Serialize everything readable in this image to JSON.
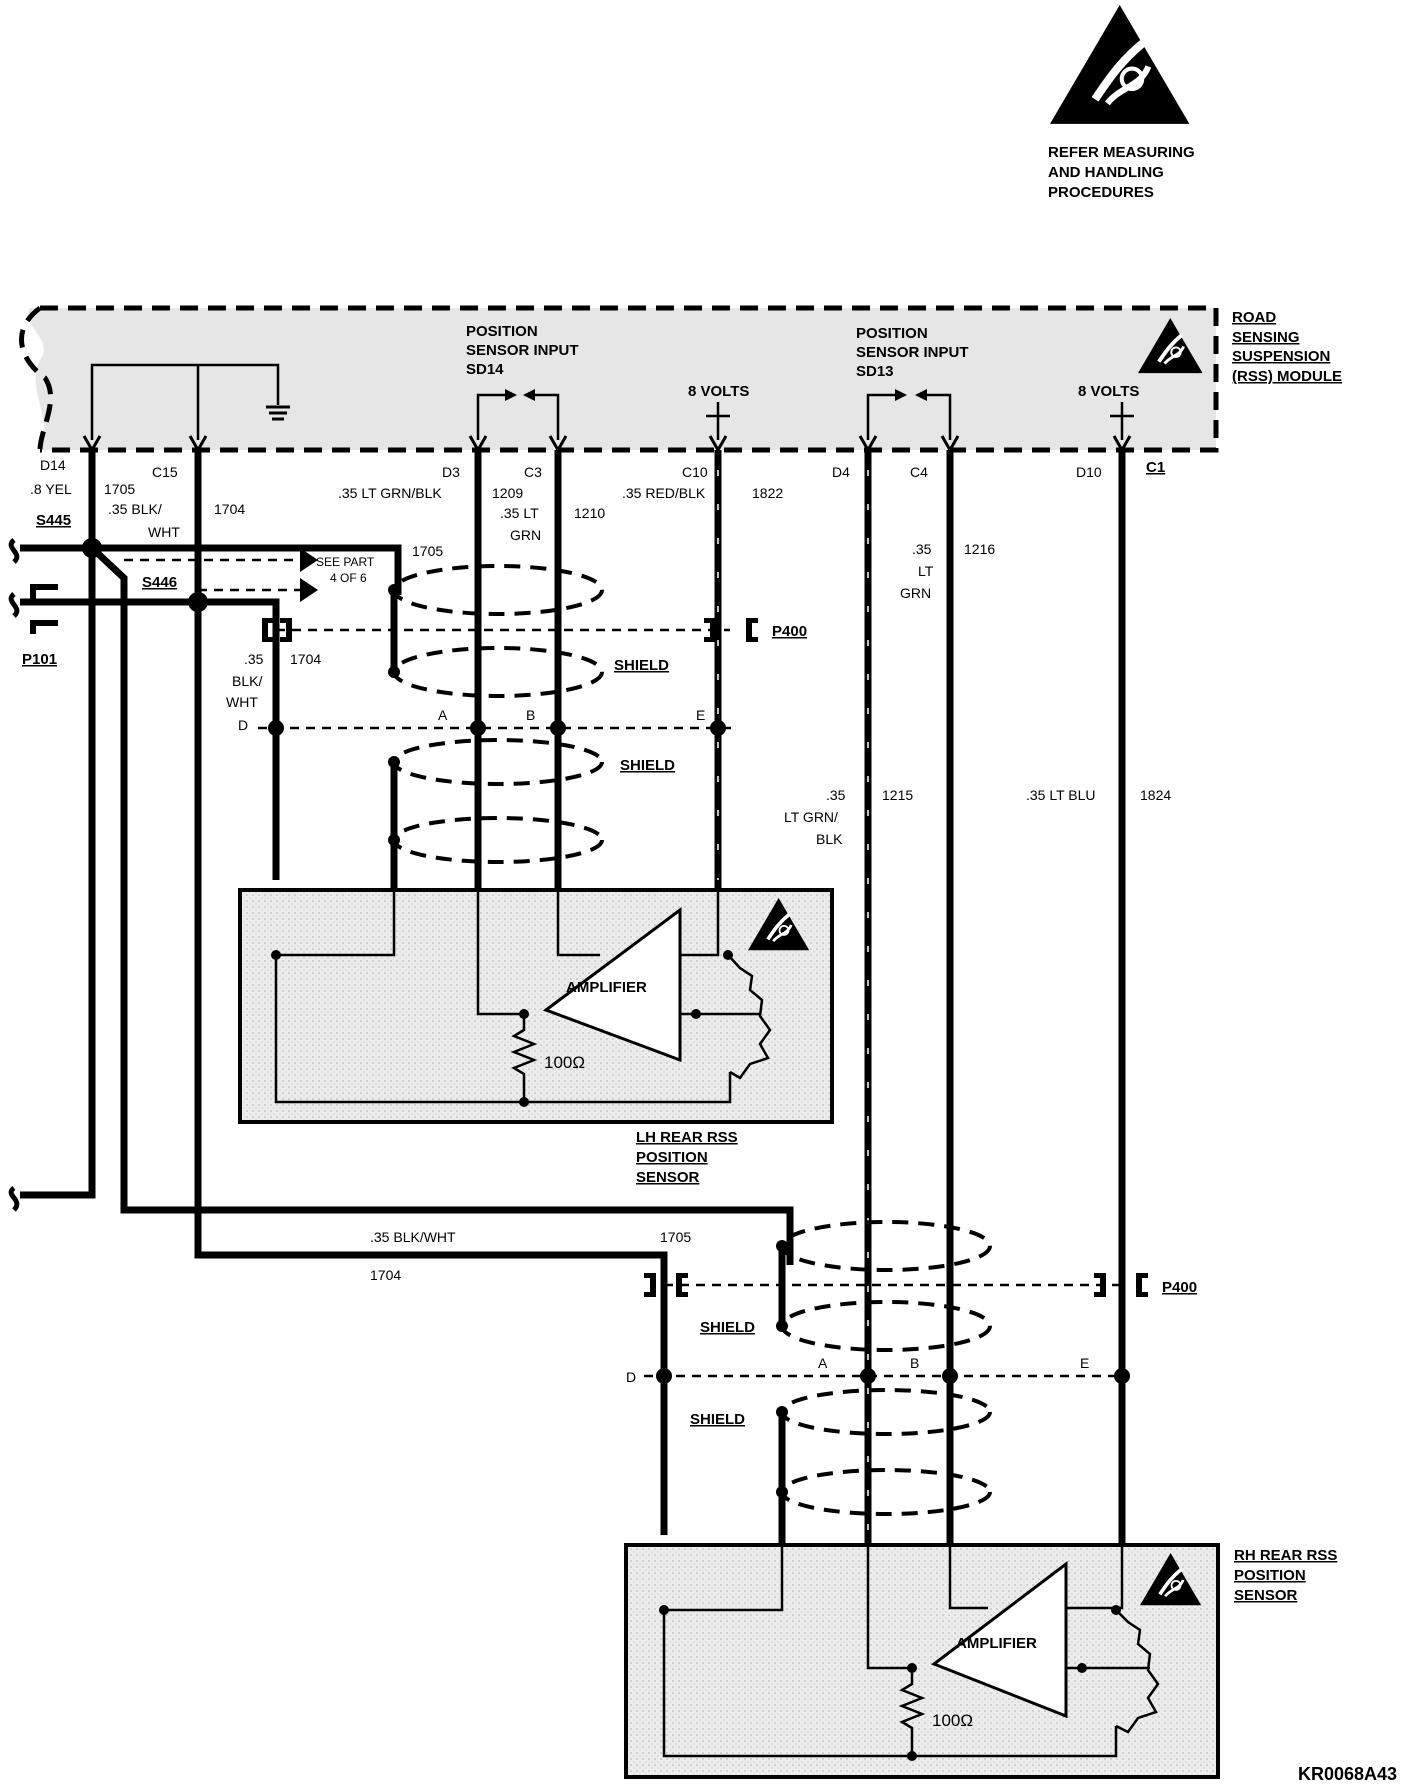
{
  "esd_warning": {
    "icon": "esd-warning-icon",
    "text": [
      "REFER MEASURING",
      "AND HANDLING",
      "PROCEDURES"
    ]
  },
  "module": {
    "title_lines": [
      "ROAD",
      "SENSING",
      "SUSPENSION",
      "(RSS) MODULE"
    ],
    "inputs": [
      {
        "lines": [
          "POSITION",
          "SENSOR INPUT",
          "SD14"
        ]
      },
      {
        "lines": [
          "POSITION",
          "SENSOR INPUT",
          "SD13"
        ]
      }
    ],
    "volts": [
      "8 VOLTS",
      "8 VOLTS"
    ],
    "terminals": [
      "D14",
      "C15",
      "D3",
      "C3",
      "C10",
      "D4",
      "C4",
      "D10",
      "C1"
    ]
  },
  "wires": {
    "d14": [
      ".8 YEL",
      "1705"
    ],
    "c15": [
      ".35 BLK/",
      "WHT",
      "1704"
    ],
    "d3": [
      ".35 LT GRN/BLK",
      "1209"
    ],
    "c3": [
      ".35 LT",
      "GRN",
      "1210"
    ],
    "c10": [
      ".35 RED/BLK",
      "1822"
    ],
    "c4": [
      ".35",
      "LT",
      "GRN",
      "1216"
    ],
    "d4": [
      ".35",
      "LT GRN/",
      "BLK",
      "1215"
    ],
    "c1": [
      ".35 LT BLU",
      "1824"
    ],
    "lh_blkwht": [
      ".35",
      "BLK/",
      "WHT",
      "1704"
    ],
    "lh_1705": "1705",
    "bottom": [
      ".35 BLK/WHT",
      "1705",
      "1704"
    ]
  },
  "splices": [
    "S445",
    "S446"
  ],
  "connectors": [
    "P101",
    "P400",
    "P400"
  ],
  "see_part": [
    "SEE PART",
    "4 OF 6"
  ],
  "pins": [
    "D",
    "A",
    "B",
    "E"
  ],
  "shield_label": "SHIELD",
  "amplifier_label": "AMPLIFIER",
  "resistor_label": "100Ω",
  "lh_sensor": [
    "LH REAR RSS",
    "POSITION",
    "SENSOR"
  ],
  "rh_sensor": [
    "RH REAR RSS",
    "POSITION",
    "SENSOR"
  ],
  "figure_code": "KR0068A43"
}
